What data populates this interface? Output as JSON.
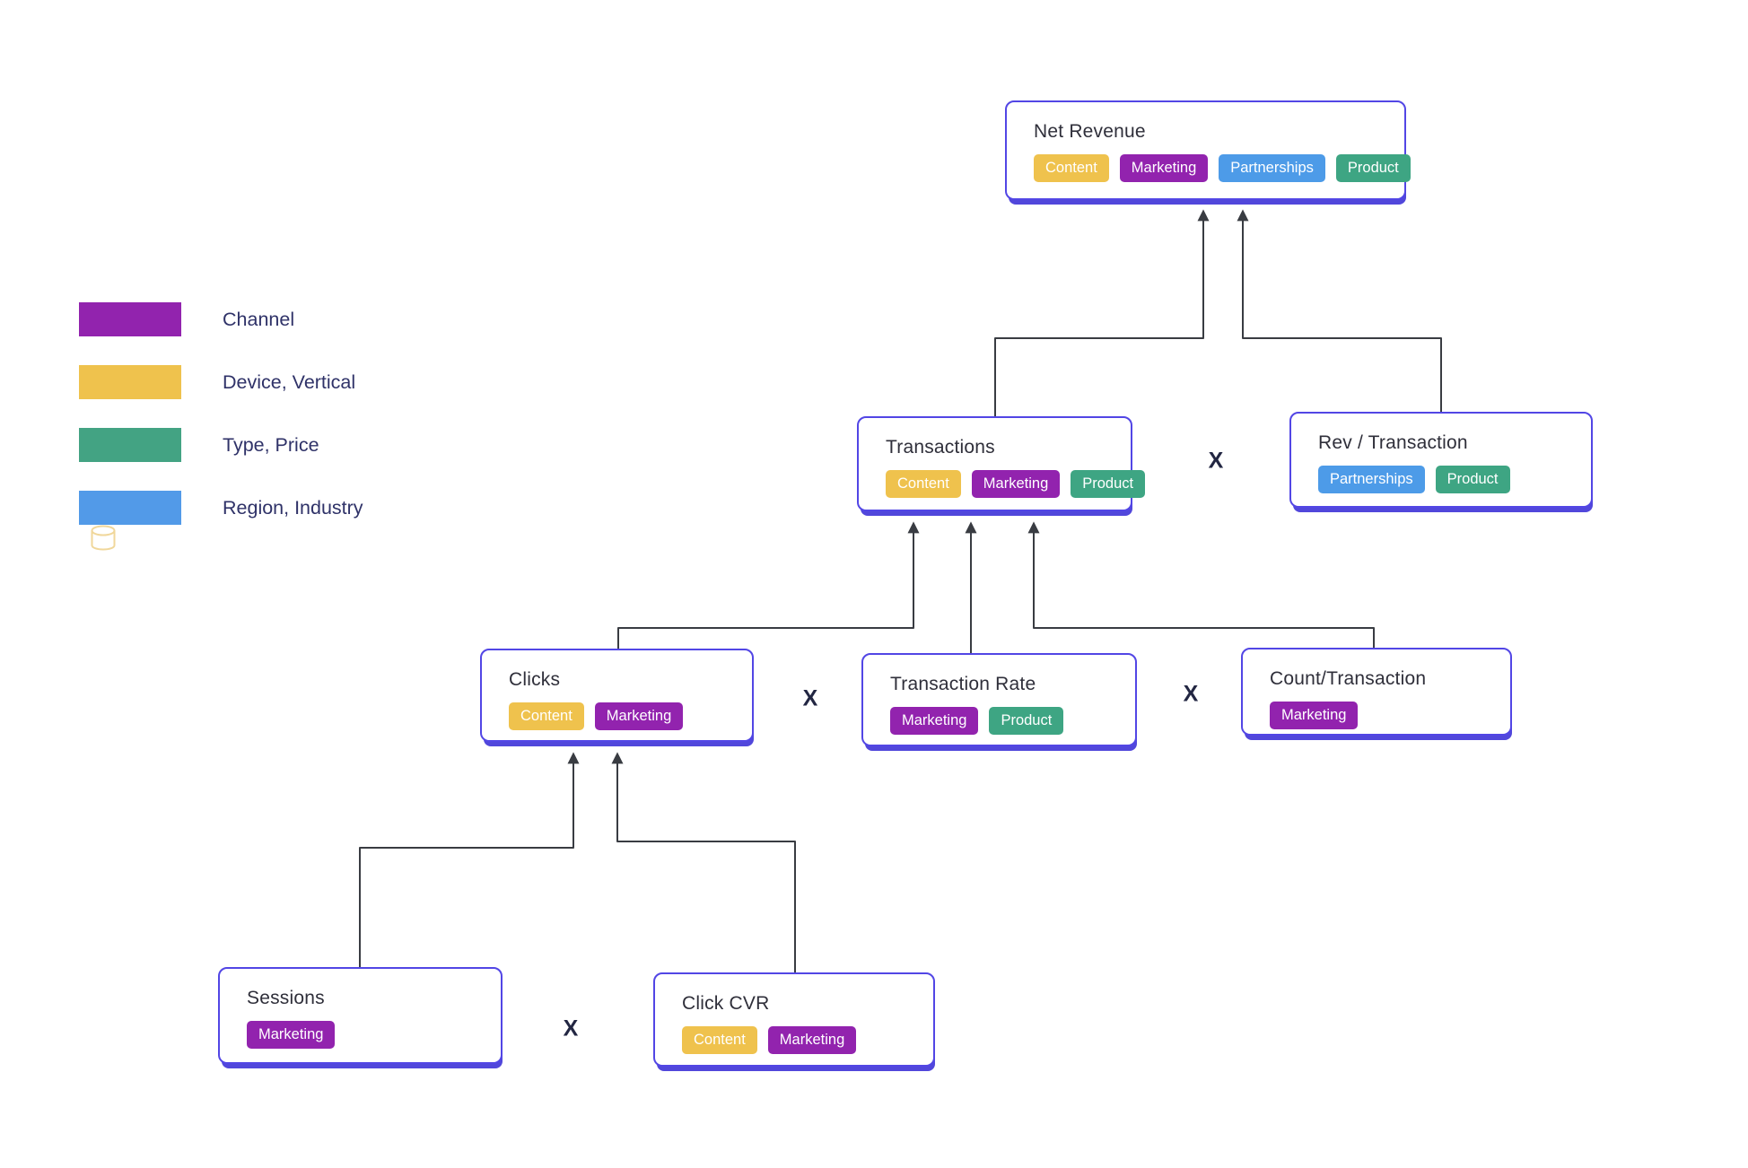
{
  "diagram": {
    "operator_symbol": "X",
    "tag_colors": {
      "Content": "#EFC24D",
      "Marketing": "#9223AE",
      "Partnerships": "#4D9BE8",
      "Product": "#3EA583"
    },
    "nodes": [
      {
        "id": "net-revenue",
        "title": "Net Revenue",
        "tags": [
          "Content",
          "Marketing",
          "Partnerships",
          "Product"
        ]
      },
      {
        "id": "transactions",
        "title": "Transactions",
        "tags": [
          "Content",
          "Marketing",
          "Product"
        ]
      },
      {
        "id": "rev-per-transaction",
        "title": "Rev / Transaction",
        "tags": [
          "Partnerships",
          "Product"
        ]
      },
      {
        "id": "clicks",
        "title": "Clicks",
        "tags": [
          "Content",
          "Marketing"
        ]
      },
      {
        "id": "transaction-rate",
        "title": "Transaction Rate",
        "tags": [
          "Marketing",
          "Product"
        ]
      },
      {
        "id": "count-per-transaction",
        "title": "Count/Transaction",
        "tags": [
          "Marketing"
        ]
      },
      {
        "id": "sessions",
        "title": "Sessions",
        "tags": [
          "Marketing"
        ]
      },
      {
        "id": "click-cvr",
        "title": "Click CVR",
        "tags": [
          "Content",
          "Marketing"
        ]
      }
    ],
    "legend": [
      {
        "label": "Channel",
        "color": "#9223AE"
      },
      {
        "label": "Device, Vertical",
        "color": "#EFC24D"
      },
      {
        "label": "Type, Price",
        "color": "#43A383"
      },
      {
        "label": "Region, Industry",
        "color": "#529AE8"
      }
    ],
    "icons": {
      "database_icon_color": "#F0D79B"
    }
  }
}
